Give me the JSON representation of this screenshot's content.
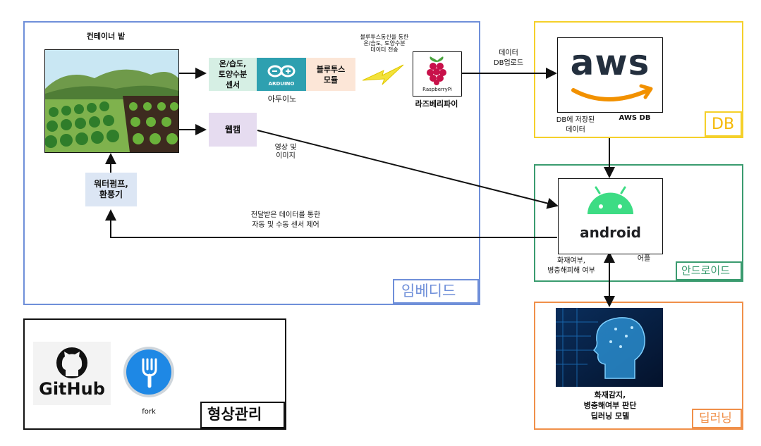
{
  "regions": {
    "embedded": {
      "label": "임베디드",
      "color": "#6f8fd9"
    },
    "db": {
      "label": "DB",
      "color": "#f5d02a"
    },
    "android": {
      "label": "안드로이드",
      "color": "#3a9b6f"
    },
    "deep_learning": {
      "label": "딥러닝",
      "color": "#f0904a"
    },
    "version_control": {
      "label": "형상관리",
      "color": "#111111"
    }
  },
  "embedded": {
    "field_title": "컨테이너 밭",
    "sensor_box": "온/습도,\n토양수분\n센서",
    "arduino_logo_text": "ARDUINO",
    "arduino_label": "아두이노",
    "bluetooth_box": "블루투스\n모듈",
    "bluetooth_note": "블루투스통신을 통한\n온/습도, 토양수분\n데이터 전송",
    "raspberry_logo_text": "RaspberryPi",
    "raspberry_label": "라즈베리파이",
    "webcam_box": "웹캠",
    "webcam_note": "영상 및\n이미지",
    "pump_box": "워터펌프,\n환풍기",
    "control_note": "전달받은 데이터를 통한\n자동 및 수동 센서 제어"
  },
  "db": {
    "upload_note": "데이터\nDB업로드",
    "aws_logo_text": "aws",
    "stored_note": "DB에 저장된\n데이터",
    "aws_label": "AWS DB"
  },
  "android": {
    "logo_text": "android",
    "status_note": "화재여부,\n병충해피해 여부",
    "app_label": "어플"
  },
  "deep_learning": {
    "model_note": "화재감지,\n병충해여부 판단\n딥러닝 모델"
  },
  "version_control": {
    "github_text": "GitHub",
    "fork_label": "fork"
  },
  "icons": {
    "arduino": "arduino-logo-icon",
    "lightning": "lightning-bolt-icon",
    "raspberry": "raspberry-pi-icon",
    "aws": "aws-logo-icon",
    "android": "android-robot-icon",
    "ai_head": "ai-head-icon",
    "github": "github-octocat-icon",
    "fork": "fork-app-icon"
  }
}
